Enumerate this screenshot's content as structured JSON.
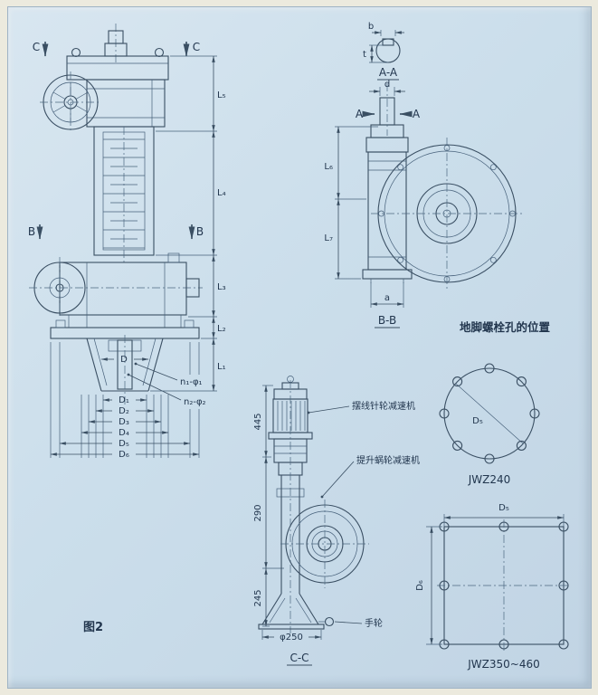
{
  "page": {
    "figure_label": "图2"
  },
  "front_view": {
    "section_c": "C",
    "section_b": "B",
    "dims_right": {
      "l5": "L₅",
      "l4": "L₄",
      "l3": "L₃",
      "l2": "L₂",
      "l1": "L₁"
    },
    "funnel_dim": "D",
    "bolt_note_1": "n₁-φ₁",
    "bolt_note_2": "n₂-φ₂",
    "base_dims": [
      "D₁",
      "D₂",
      "D₃",
      "D₄",
      "D₅",
      "D₆"
    ]
  },
  "detail_aa": {
    "dim_b": "b",
    "dim_t": "t",
    "title": "A-A"
  },
  "view_bb": {
    "dim_d": "d",
    "mark_a": "A",
    "dim_l6": "L₆",
    "dim_l7": "L₇",
    "dim_a": "a",
    "title": "B-B"
  },
  "anchor_bolts": {
    "heading": "地脚螺栓孔的位置",
    "circle_dim": "D₅",
    "circle_model": "JWZ240",
    "square_dim_top": "D₅",
    "square_dim_left": "D₆",
    "square_model": "JWZ350~460"
  },
  "view_cc": {
    "dim_445": "445",
    "dim_290": "290",
    "dim_245": "245",
    "callout_cycloid": "摆线针轮减速机",
    "callout_worm": "提升蜗轮减速机",
    "callout_handwheel": "手轮",
    "dim_phi": "φ250",
    "title": "C-C"
  }
}
